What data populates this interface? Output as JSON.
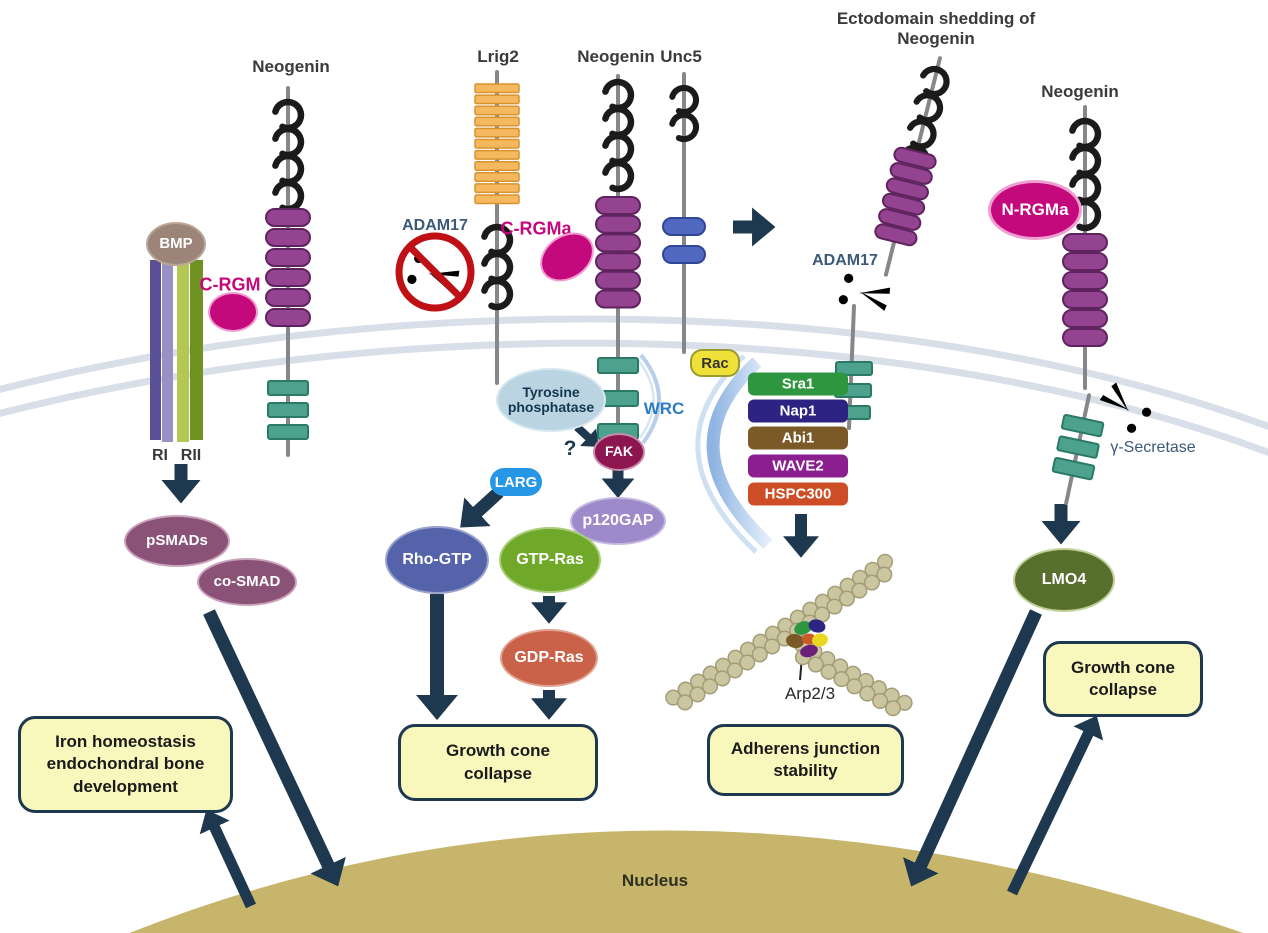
{
  "palette": {
    "arrow_navy": "#1d384f",
    "outcome_box_fill": "#f8f8bd",
    "outcome_box_border": "#1d384f",
    "nucleus_fill": "#c6b56a",
    "membrane_gray_blue": "#d9dfe8",
    "rgm_magenta": "#c4097c",
    "neogenin_domain_purple": "#93438f",
    "intracellular_teal": "#4da28e",
    "lrig2_orange": "#f4b95f",
    "unc5_blue": "#5068c0",
    "prohibition_red": "#bf1016",
    "scissors_steel_blue": "#5c7b9d",
    "actin_bead_tan": "#cbc5a0",
    "wrc_arc_blue": "#9fc0e8"
  },
  "receptors": {
    "neogenin_left": "Neogenin",
    "neogenin_mid": "Neogenin",
    "neogenin_right": "Neogenin",
    "lrig2": "Lrig2",
    "unc5": "Unc5",
    "ectodomain_title": "Ectodomain shedding of Neogenin"
  },
  "ligands": {
    "bmp": "BMP",
    "c_rgm": "C-RGM",
    "c_rgma": "C-RGMa",
    "n_rgma": "N-RGMa"
  },
  "bmp_receptor": {
    "ri": "RI",
    "rii": "RII"
  },
  "enzymes": {
    "adam17_blocked": "ADAM17",
    "adam17": "ADAM17",
    "gamma_secretase": "γ-Secretase"
  },
  "signaling": {
    "psmads": "pSMADs",
    "co_smad": "co-SMAD",
    "tyrosine_phosphatase": "Tyrosine phosphatase",
    "uncertain": "?",
    "fak": "FAK",
    "larg": "LARG",
    "p120gap": "p120GAP",
    "rho_gtp": "Rho-GTP",
    "gtp_ras": "GTP-Ras",
    "gdp_ras": "GDP-Ras",
    "lmo4": "LMO4"
  },
  "wrc_complex": {
    "label": "WRC",
    "rac": "Rac",
    "subunits": [
      {
        "label": "Sra1",
        "color": "#2f9640"
      },
      {
        "label": "Nap1",
        "color": "#2c2383"
      },
      {
        "label": "Abi1",
        "color": "#7c5a28"
      },
      {
        "label": "WAVE2",
        "color": "#8c1f90"
      },
      {
        "label": "HSPC300",
        "color": "#cc4d26"
      }
    ],
    "arp23": "Arp2/3"
  },
  "outcomes": {
    "iron": "Iron homeostasis endochondral bone development",
    "growth_cone_mid": "Growth cone collapse",
    "adherens": "Adherens junction stability",
    "growth_cone_right": "Growth cone collapse"
  },
  "nucleus_label": "Nucleus"
}
